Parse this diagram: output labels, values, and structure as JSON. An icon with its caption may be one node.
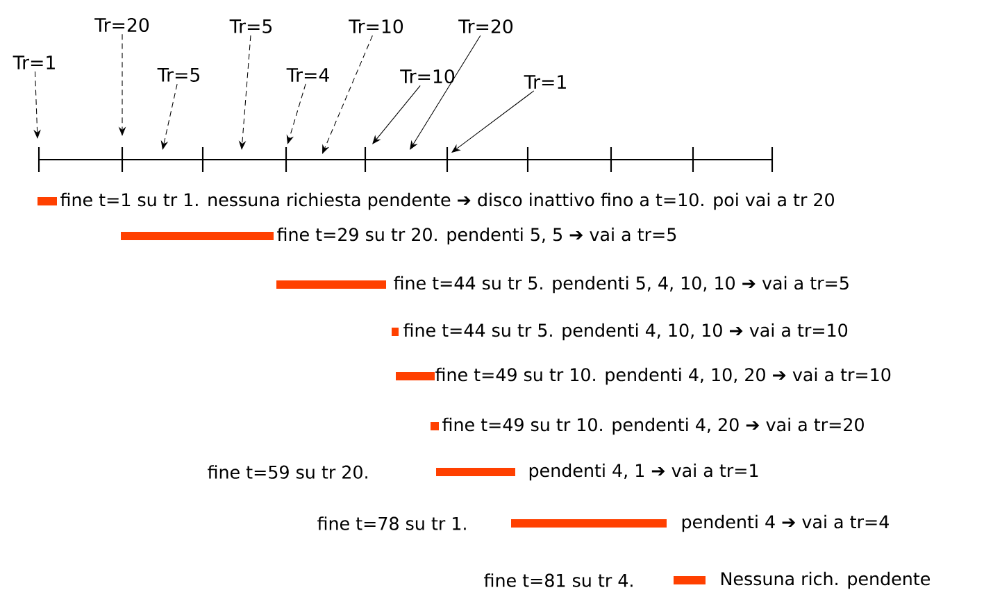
{
  "diagram": {
    "nodes": [
      {
        "text": [
          "Tr=1"
        ]
      },
      {
        "text": [
          "Tr=20"
        ]
      },
      {
        "text": [
          "Tr=5"
        ]
      },
      {
        "text": [
          "Tr=5"
        ]
      },
      {
        "text": [
          "Tr=4"
        ]
      },
      {
        "text": [
          "Tr=10"
        ]
      },
      {
        "text": [
          "Tr=10"
        ]
      },
      {
        "text": [
          "Tr=20"
        ]
      },
      {
        "text": [
          "Tr=1"
        ]
      }
    ],
    "edges": [
      {
        "from": 0,
        "to": null,
        "arrow": "to",
        "style": "dashed"
      },
      {
        "from": 1,
        "to": null,
        "arrow": "to",
        "style": "dashed"
      },
      {
        "from": 2,
        "to": null,
        "arrow": "to",
        "style": "dashed"
      },
      {
        "from": 3,
        "to": null,
        "arrow": "to",
        "style": "dashed"
      },
      {
        "from": 4,
        "to": null,
        "arrow": "to",
        "style": "dashed"
      },
      {
        "from": 5,
        "to": null,
        "arrow": "to",
        "style": "dashed"
      },
      {
        "from": 6,
        "to": null,
        "arrow": "to"
      },
      {
        "from": 7,
        "to": null,
        "arrow": "to"
      },
      {
        "from": 8,
        "to": null,
        "arrow": "to"
      }
    ],
    "labels": [
      "fine t=1 su tr 1. nessuna richiesta pendente ➔ disco inattivo fino a t=10. poi vai a tr 20",
      "fine t=29 su tr 20. pendenti 5, 5 ➔ vai a tr=5",
      "fine t=44 su tr 5. pendenti 5, 4, 10, 10 ➔ vai a tr=5",
      "fine t=44 su tr 5. pendenti 4, 10, 10 ➔ vai a tr=10",
      "fine t=49 su tr 10. pendenti 4, 10, 20 ➔ vai a tr=10",
      "fine t=49 su tr 10. pendenti 4, 20 ➔ vai a tr=20",
      "fine t=59 su tr 20.",
      "pendenti 4, 1 ➔ vai a tr=1",
      "fine t=78 su tr 1.",
      "pendenti 4 ➔ vai a tr=4",
      "fine t=81 su tr 4.",
      "Nessuna rich. pendente"
    ]
  }
}
